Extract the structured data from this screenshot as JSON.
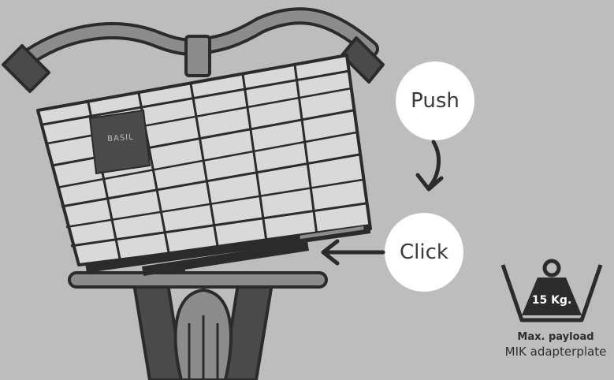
{
  "steps": {
    "push_label": "Push",
    "click_label": "Click"
  },
  "basket": {
    "brand": "BASIL"
  },
  "payload": {
    "weight_label": "15 Kg.",
    "title": "Max. payload",
    "subtitle": "MIK adapterplate"
  },
  "colors": {
    "background": "#bdbdbd",
    "line": "#2b2b2b",
    "basket_fill": "#d9d9d9",
    "dark_part": "#4a4a4a",
    "bubble": "#ffffff"
  }
}
